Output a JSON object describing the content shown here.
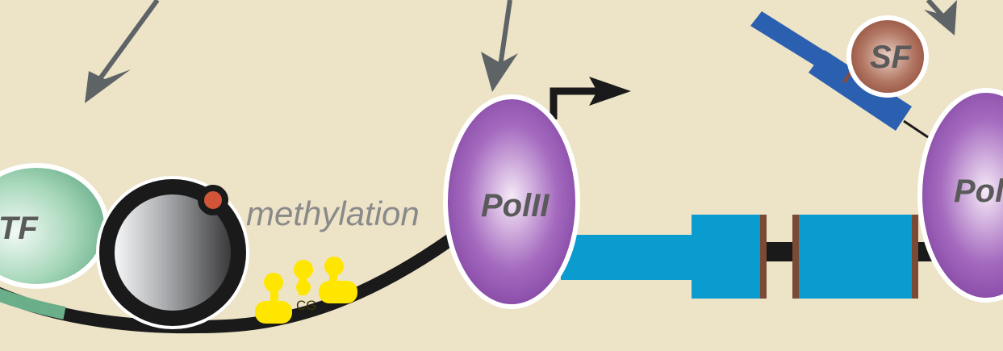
{
  "labels": {
    "tf": "TF",
    "methylation": "methylation",
    "cg": "CG",
    "polii_left": "PolII",
    "polii_right": "PolI",
    "sf": "SF"
  },
  "colors": {
    "background": "#EDE3C7",
    "arrow": "#5E6366",
    "dna": "#1A1A1A",
    "tf_fill": "#7DBF9A",
    "polii_fill": "#7D3F9E",
    "exon": "#0A9BCF",
    "exon_edge": "#7A4A35",
    "methyl_mark": "#FFE600",
    "nucleosome_mark": "#D2553A",
    "sf_fill": "#8E4A36",
    "splice_factor": "#2B5FAF"
  },
  "icons": [
    "arrow-icon",
    "transcription-start-arrow-icon",
    "methyl-group-icon"
  ]
}
